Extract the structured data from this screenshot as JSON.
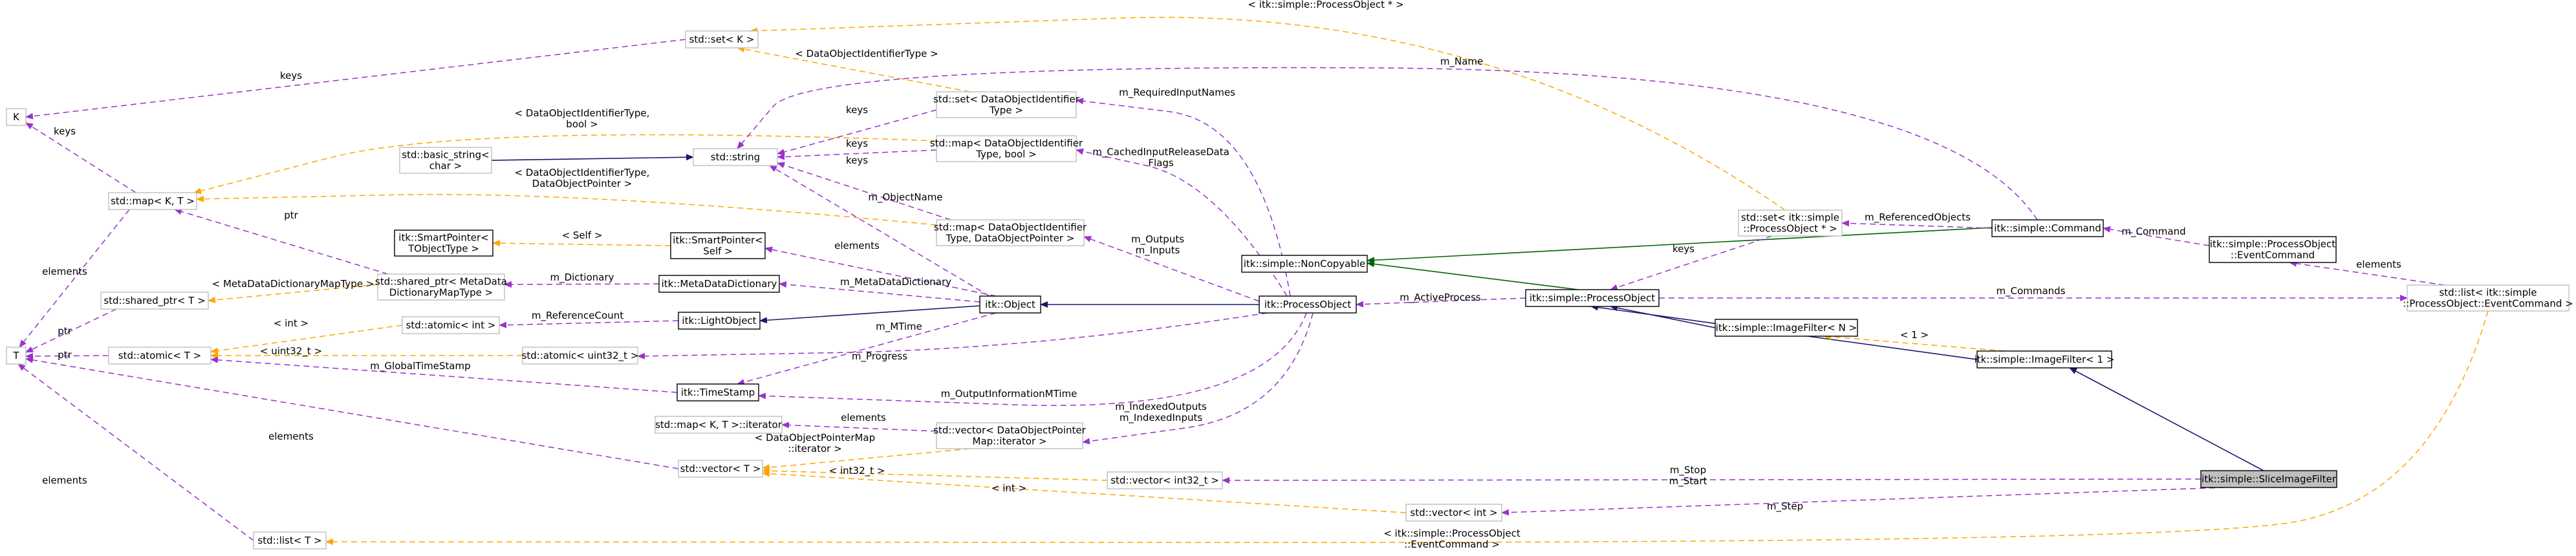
{
  "diagram": {
    "focus_class": "itk::simple::SliceImageFilter",
    "legend_colors": {
      "member_usage": "#9a32cd",
      "template_instance": "#ffa500",
      "public_inheritance": "#191970",
      "protected_inheritance": "#006400"
    },
    "nodes": [
      {
        "id": "K",
        "lines": [
          "K"
        ]
      },
      {
        "id": "T",
        "lines": [
          "T"
        ]
      },
      {
        "id": "set_K",
        "lines": [
          "std::set< K >"
        ]
      },
      {
        "id": "map_KT",
        "lines": [
          "std::map< K, T >"
        ]
      },
      {
        "id": "basic_string",
        "lines": [
          "std::basic_string<",
          "char >"
        ]
      },
      {
        "id": "string",
        "lines": [
          "std::string"
        ]
      },
      {
        "id": "set_doid",
        "lines": [
          "std::set< DataObjectIdentifier",
          "Type >"
        ]
      },
      {
        "id": "map_doid_bool",
        "lines": [
          "std::map< DataObjectIdentifier",
          "Type, bool >"
        ]
      },
      {
        "id": "map_doid_ptr",
        "lines": [
          "std::map< DataObjectIdentifier",
          "Type, DataObjectPointer >"
        ]
      },
      {
        "id": "smartptr_T",
        "lines": [
          "itk::SmartPointer<",
          "TObjectType >"
        ]
      },
      {
        "id": "smartptr_self",
        "lines": [
          "itk::SmartPointer<",
          "Self >"
        ]
      },
      {
        "id": "shared_ptr_T",
        "lines": [
          "std::shared_ptr< T >"
        ]
      },
      {
        "id": "shared_ptr_meta",
        "lines": [
          "std::shared_ptr< MetaData",
          "DictionaryMapType >"
        ]
      },
      {
        "id": "meta_dict",
        "lines": [
          "itk::MetaDataDictionary"
        ]
      },
      {
        "id": "atomic_int",
        "lines": [
          "std::atomic< int >"
        ]
      },
      {
        "id": "atomic_T",
        "lines": [
          "std::atomic< T >"
        ]
      },
      {
        "id": "light_object",
        "lines": [
          "itk::LightObject"
        ]
      },
      {
        "id": "atomic_uint32",
        "lines": [
          "std::atomic< uint32_t >"
        ]
      },
      {
        "id": "object",
        "lines": [
          "itk::Object"
        ]
      },
      {
        "id": "timestamp",
        "lines": [
          "itk::TimeStamp"
        ]
      },
      {
        "id": "map_iter",
        "lines": [
          "std::map< K, T >::iterator"
        ]
      },
      {
        "id": "vector_dop_iter",
        "lines": [
          "std::vector< DataObjectPointer",
          "Map::iterator >"
        ]
      },
      {
        "id": "vector_T",
        "lines": [
          "std::vector< T >"
        ]
      },
      {
        "id": "list_T",
        "lines": [
          "std::list< T >"
        ]
      },
      {
        "id": "vector_int32",
        "lines": [
          "std::vector< int32_t >"
        ]
      },
      {
        "id": "vector_int",
        "lines": [
          "std::vector< int >"
        ]
      },
      {
        "id": "noncopyable",
        "lines": [
          "itk::simple::NonCopyable"
        ]
      },
      {
        "id": "process_object_itk",
        "lines": [
          "itk::ProcessObject"
        ]
      },
      {
        "id": "process_object",
        "lines": [
          "itk::simple::ProcessObject"
        ]
      },
      {
        "id": "set_proc_ptr",
        "lines": [
          "std::set< itk::simple",
          "::ProcessObject * >"
        ]
      },
      {
        "id": "command",
        "lines": [
          "itk::simple::Command"
        ]
      },
      {
        "id": "event_command",
        "lines": [
          "itk::simple::ProcessObject",
          "::EventCommand"
        ]
      },
      {
        "id": "list_event_command",
        "lines": [
          "std::list< itk::simple",
          "::ProcessObject::EventCommand >"
        ]
      },
      {
        "id": "image_filter_N",
        "lines": [
          "itk::simple::ImageFilter< N >"
        ]
      },
      {
        "id": "image_filter_1",
        "lines": [
          "itk::simple::ImageFilter< 1 >"
        ]
      },
      {
        "id": "slice_image_filter",
        "lines": [
          "itk::simple::SliceImageFilter"
        ]
      }
    ],
    "edges": [
      {
        "from": "set_K",
        "to": "K",
        "kind": "member",
        "labels": [
          "keys"
        ]
      },
      {
        "from": "map_KT",
        "to": "K",
        "kind": "member",
        "labels": [
          "keys"
        ]
      },
      {
        "from": "map_KT",
        "to": "T",
        "kind": "member",
        "labels": [
          "elements"
        ]
      },
      {
        "from": "shared_ptr_T",
        "to": "T",
        "kind": "member",
        "labels": [
          "ptr"
        ]
      },
      {
        "from": "atomic_T",
        "to": "T",
        "kind": "member",
        "labels": [
          "ptr"
        ]
      },
      {
        "from": "vector_T",
        "to": "T",
        "kind": "member",
        "labels": [
          "elements"
        ]
      },
      {
        "from": "list_T",
        "to": "T",
        "kind": "member",
        "labels": [
          "elements"
        ]
      },
      {
        "from": "set_proc_ptr",
        "to": "set_K",
        "kind": "template",
        "labels": [
          "< itk::simple::ProcessObject * >"
        ]
      },
      {
        "from": "set_doid",
        "to": "set_K",
        "kind": "template",
        "labels": [
          "< DataObjectIdentifierType >"
        ]
      },
      {
        "from": "map_doid_bool",
        "to": "map_KT",
        "kind": "template",
        "labels": [
          "< DataObjectIdentifierType,",
          "bool >"
        ]
      },
      {
        "from": "map_doid_ptr",
        "to": "map_KT",
        "kind": "template",
        "labels": [
          "< DataObjectIdentifierType,",
          "DataObjectPointer >"
        ]
      },
      {
        "from": "shared_ptr_meta",
        "to": "map_KT",
        "kind": "member",
        "labels": [
          "ptr"
        ]
      },
      {
        "from": "basic_string",
        "to": "string",
        "kind": "inherit",
        "labels": []
      },
      {
        "from": "set_doid",
        "to": "string",
        "kind": "member",
        "labels": [
          "keys"
        ]
      },
      {
        "from": "map_doid_bool",
        "to": "string",
        "kind": "member",
        "labels": [
          "keys"
        ]
      },
      {
        "from": "map_doid_ptr",
        "to": "string",
        "kind": "member",
        "labels": [
          "keys"
        ]
      },
      {
        "from": "command",
        "to": "string",
        "kind": "member",
        "labels": [
          "m_Name"
        ]
      },
      {
        "from": "object",
        "to": "string",
        "kind": "member",
        "labels": [
          "m_ObjectName"
        ]
      },
      {
        "from": "shared_ptr_meta",
        "to": "shared_ptr_T",
        "kind": "template",
        "labels": [
          "< MetaDataDictionaryMapType >"
        ]
      },
      {
        "from": "smartptr_self",
        "to": "smartptr_T",
        "kind": "template",
        "labels": [
          "< Self >"
        ]
      },
      {
        "from": "object",
        "to": "smartptr_self",
        "kind": "member",
        "labels": [
          "elements"
        ]
      },
      {
        "from": "meta_dict",
        "to": "shared_ptr_meta",
        "kind": "member",
        "labels": [
          "m_Dictionary"
        ]
      },
      {
        "from": "object",
        "to": "meta_dict",
        "kind": "member",
        "labels": [
          "m_MetaDataDictionary"
        ]
      },
      {
        "from": "atomic_int",
        "to": "atomic_T",
        "kind": "template",
        "labels": [
          "< int >"
        ]
      },
      {
        "from": "atomic_uint32",
        "to": "atomic_T",
        "kind": "template",
        "labels": [
          "< uint32_t >"
        ]
      },
      {
        "from": "light_object",
        "to": "atomic_int",
        "kind": "member",
        "labels": [
          "m_ReferenceCount"
        ]
      },
      {
        "from": "object",
        "to": "light_object",
        "kind": "inherit",
        "labels": []
      },
      {
        "from": "process_object_itk",
        "to": "atomic_uint32",
        "kind": "member",
        "labels": [
          "m_Progress"
        ]
      },
      {
        "from": "timestamp",
        "to": "atomic_T",
        "kind": "member",
        "labels": [
          "m_GlobalTimeStamp"
        ]
      },
      {
        "from": "object",
        "to": "timestamp",
        "kind": "member",
        "labels": [
          "m_MTime"
        ]
      },
      {
        "from": "process_object_itk",
        "to": "object",
        "kind": "inherit",
        "labels": []
      },
      {
        "from": "process_object_itk",
        "to": "set_doid",
        "kind": "member",
        "labels": [
          "m_RequiredInputNames"
        ]
      },
      {
        "from": "process_object_itk",
        "to": "map_doid_bool",
        "kind": "member",
        "labels": [
          "m_CachedInputReleaseData",
          "Flags"
        ]
      },
      {
        "from": "process_object_itk",
        "to": "map_doid_ptr",
        "kind": "member",
        "labels": [
          "m_Outputs",
          "m_Inputs"
        ]
      },
      {
        "from": "process_object_itk",
        "to": "timestamp",
        "kind": "member",
        "labels": [
          "m_OutputInformationMTime"
        ]
      },
      {
        "from": "process_object_itk",
        "to": "vector_dop_iter",
        "kind": "member",
        "labels": [
          "m_IndexedOutputs",
          "m_IndexedInputs"
        ]
      },
      {
        "from": "vector_dop_iter",
        "to": "map_iter",
        "kind": "member",
        "labels": [
          "elements"
        ]
      },
      {
        "from": "vector_dop_iter",
        "to": "vector_T",
        "kind": "template",
        "labels": [
          "< DataObjectPointerMap",
          "::iterator >"
        ]
      },
      {
        "from": "vector_int32",
        "to": "vector_T",
        "kind": "template",
        "labels": [
          "< int32_t >"
        ]
      },
      {
        "from": "vector_int",
        "to": "vector_T",
        "kind": "template",
        "labels": [
          "< int >"
        ]
      },
      {
        "from": "list_event_command",
        "to": "list_T",
        "kind": "template",
        "labels": [
          "< itk::simple::ProcessObject",
          "::EventCommand >"
        ]
      },
      {
        "from": "process_object",
        "to": "noncopyable",
        "kind": "protected",
        "labels": []
      },
      {
        "from": "command",
        "to": "noncopyable",
        "kind": "protected",
        "labels": []
      },
      {
        "from": "process_object",
        "to": "process_object_itk",
        "kind": "member",
        "labels": [
          "m_ActiveProcess"
        ]
      },
      {
        "from": "set_proc_ptr",
        "to": "process_object",
        "kind": "member",
        "labels": [
          "keys"
        ]
      },
      {
        "from": "command",
        "to": "set_proc_ptr",
        "kind": "member",
        "labels": [
          "m_ReferencedObjects"
        ]
      },
      {
        "from": "event_command",
        "to": "command",
        "kind": "member",
        "labels": [
          "m_Command"
        ]
      },
      {
        "from": "list_event_command",
        "to": "event_command",
        "kind": "member",
        "labels": [
          "elements"
        ]
      },
      {
        "from": "process_object",
        "to": "list_event_command",
        "kind": "member",
        "labels": [
          "m_Commands"
        ]
      },
      {
        "from": "image_filter_N",
        "to": "process_object",
        "kind": "inherit",
        "labels": []
      },
      {
        "from": "image_filter_1",
        "to": "process_object",
        "kind": "inherit",
        "labels": []
      },
      {
        "from": "image_filter_1",
        "to": "image_filter_N",
        "kind": "template",
        "labels": [
          "< 1 >"
        ]
      },
      {
        "from": "slice_image_filter",
        "to": "image_filter_1",
        "kind": "inherit",
        "labels": []
      },
      {
        "from": "slice_image_filter",
        "to": "vector_int32",
        "kind": "member",
        "labels": [
          "m_Stop",
          "m_Start"
        ]
      },
      {
        "from": "slice_image_filter",
        "to": "vector_int",
        "kind": "member",
        "labels": [
          "m_Step"
        ]
      }
    ]
  }
}
